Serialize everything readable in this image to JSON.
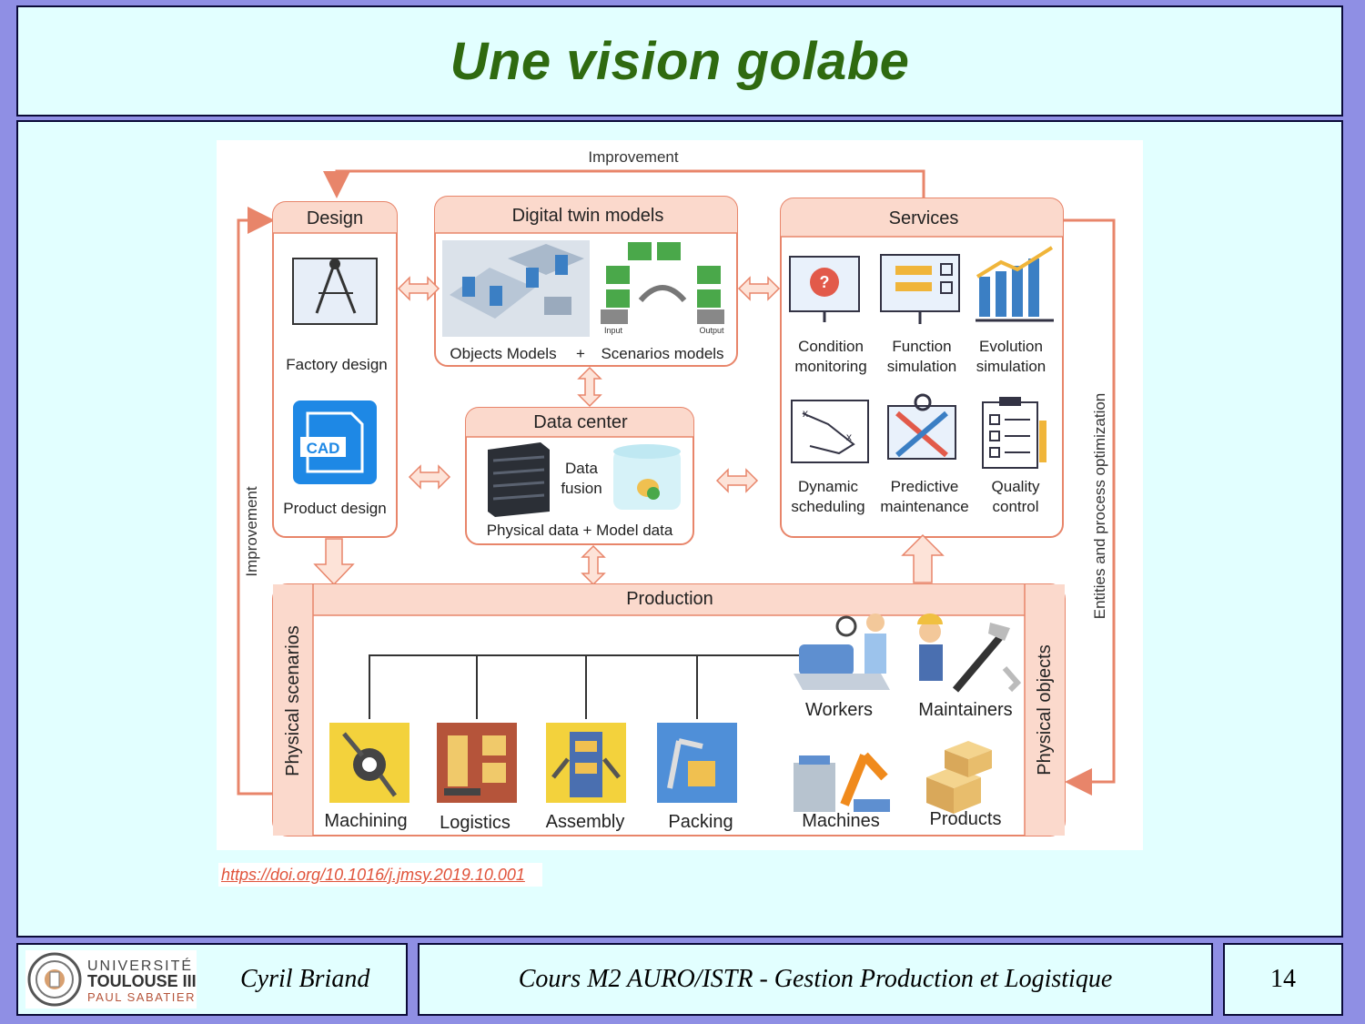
{
  "slide": {
    "title": "Une vision golabe",
    "doi_link": "https://doi.org/10.1016/j.jmsy.2019.10.001",
    "author": "Cyril Briand",
    "course": "Cours M2 AURO/ISTR - Gestion Production et Logistique",
    "page_number": "14"
  },
  "logo": {
    "line1": "UNIVERSITÉ",
    "line2": "TOULOUSE III",
    "line3": "PAUL SABATIER"
  },
  "diagram": {
    "improvement_top": "Improvement",
    "improvement_left": "Improvement",
    "entities_right": "Entities and process optimization",
    "design": {
      "title": "Design",
      "factory": "Factory design",
      "cad_badge": "CAD",
      "product": "Product design"
    },
    "twin": {
      "title": "Digital twin models",
      "objects": "Objects Models",
      "plus": "+",
      "scenarios": "Scenarios models",
      "input": "Input",
      "output": "Output"
    },
    "services": {
      "title": "Services",
      "items": [
        {
          "l1": "Condition",
          "l2": "monitoring"
        },
        {
          "l1": "Function",
          "l2": "simulation"
        },
        {
          "l1": "Evolution",
          "l2": "simulation"
        },
        {
          "l1": "Dynamic",
          "l2": "scheduling"
        },
        {
          "l1": "Predictive",
          "l2": "maintenance"
        },
        {
          "l1": "Quality",
          "l2": "control"
        }
      ]
    },
    "datacenter": {
      "title": "Data center",
      "fusion1": "Data",
      "fusion2": "fusion",
      "caption": "Physical data + Model data"
    },
    "production": {
      "title": "Production",
      "scenarios_label": "Physical scenarios",
      "objects_label": "Physical objects",
      "processes": [
        "Machining",
        "Logistics",
        "Assembly",
        "Packing"
      ],
      "objects": [
        "Workers",
        "Maintainers",
        "Machines",
        "Products"
      ]
    }
  },
  "colors": {
    "title_green": "#2f6a10",
    "frame_bg": "#e2ffff",
    "page_bg": "#8f8fe4",
    "salmon": "#e8856a",
    "salmon_fill": "#fbd9cc",
    "link": "#e0533a"
  }
}
